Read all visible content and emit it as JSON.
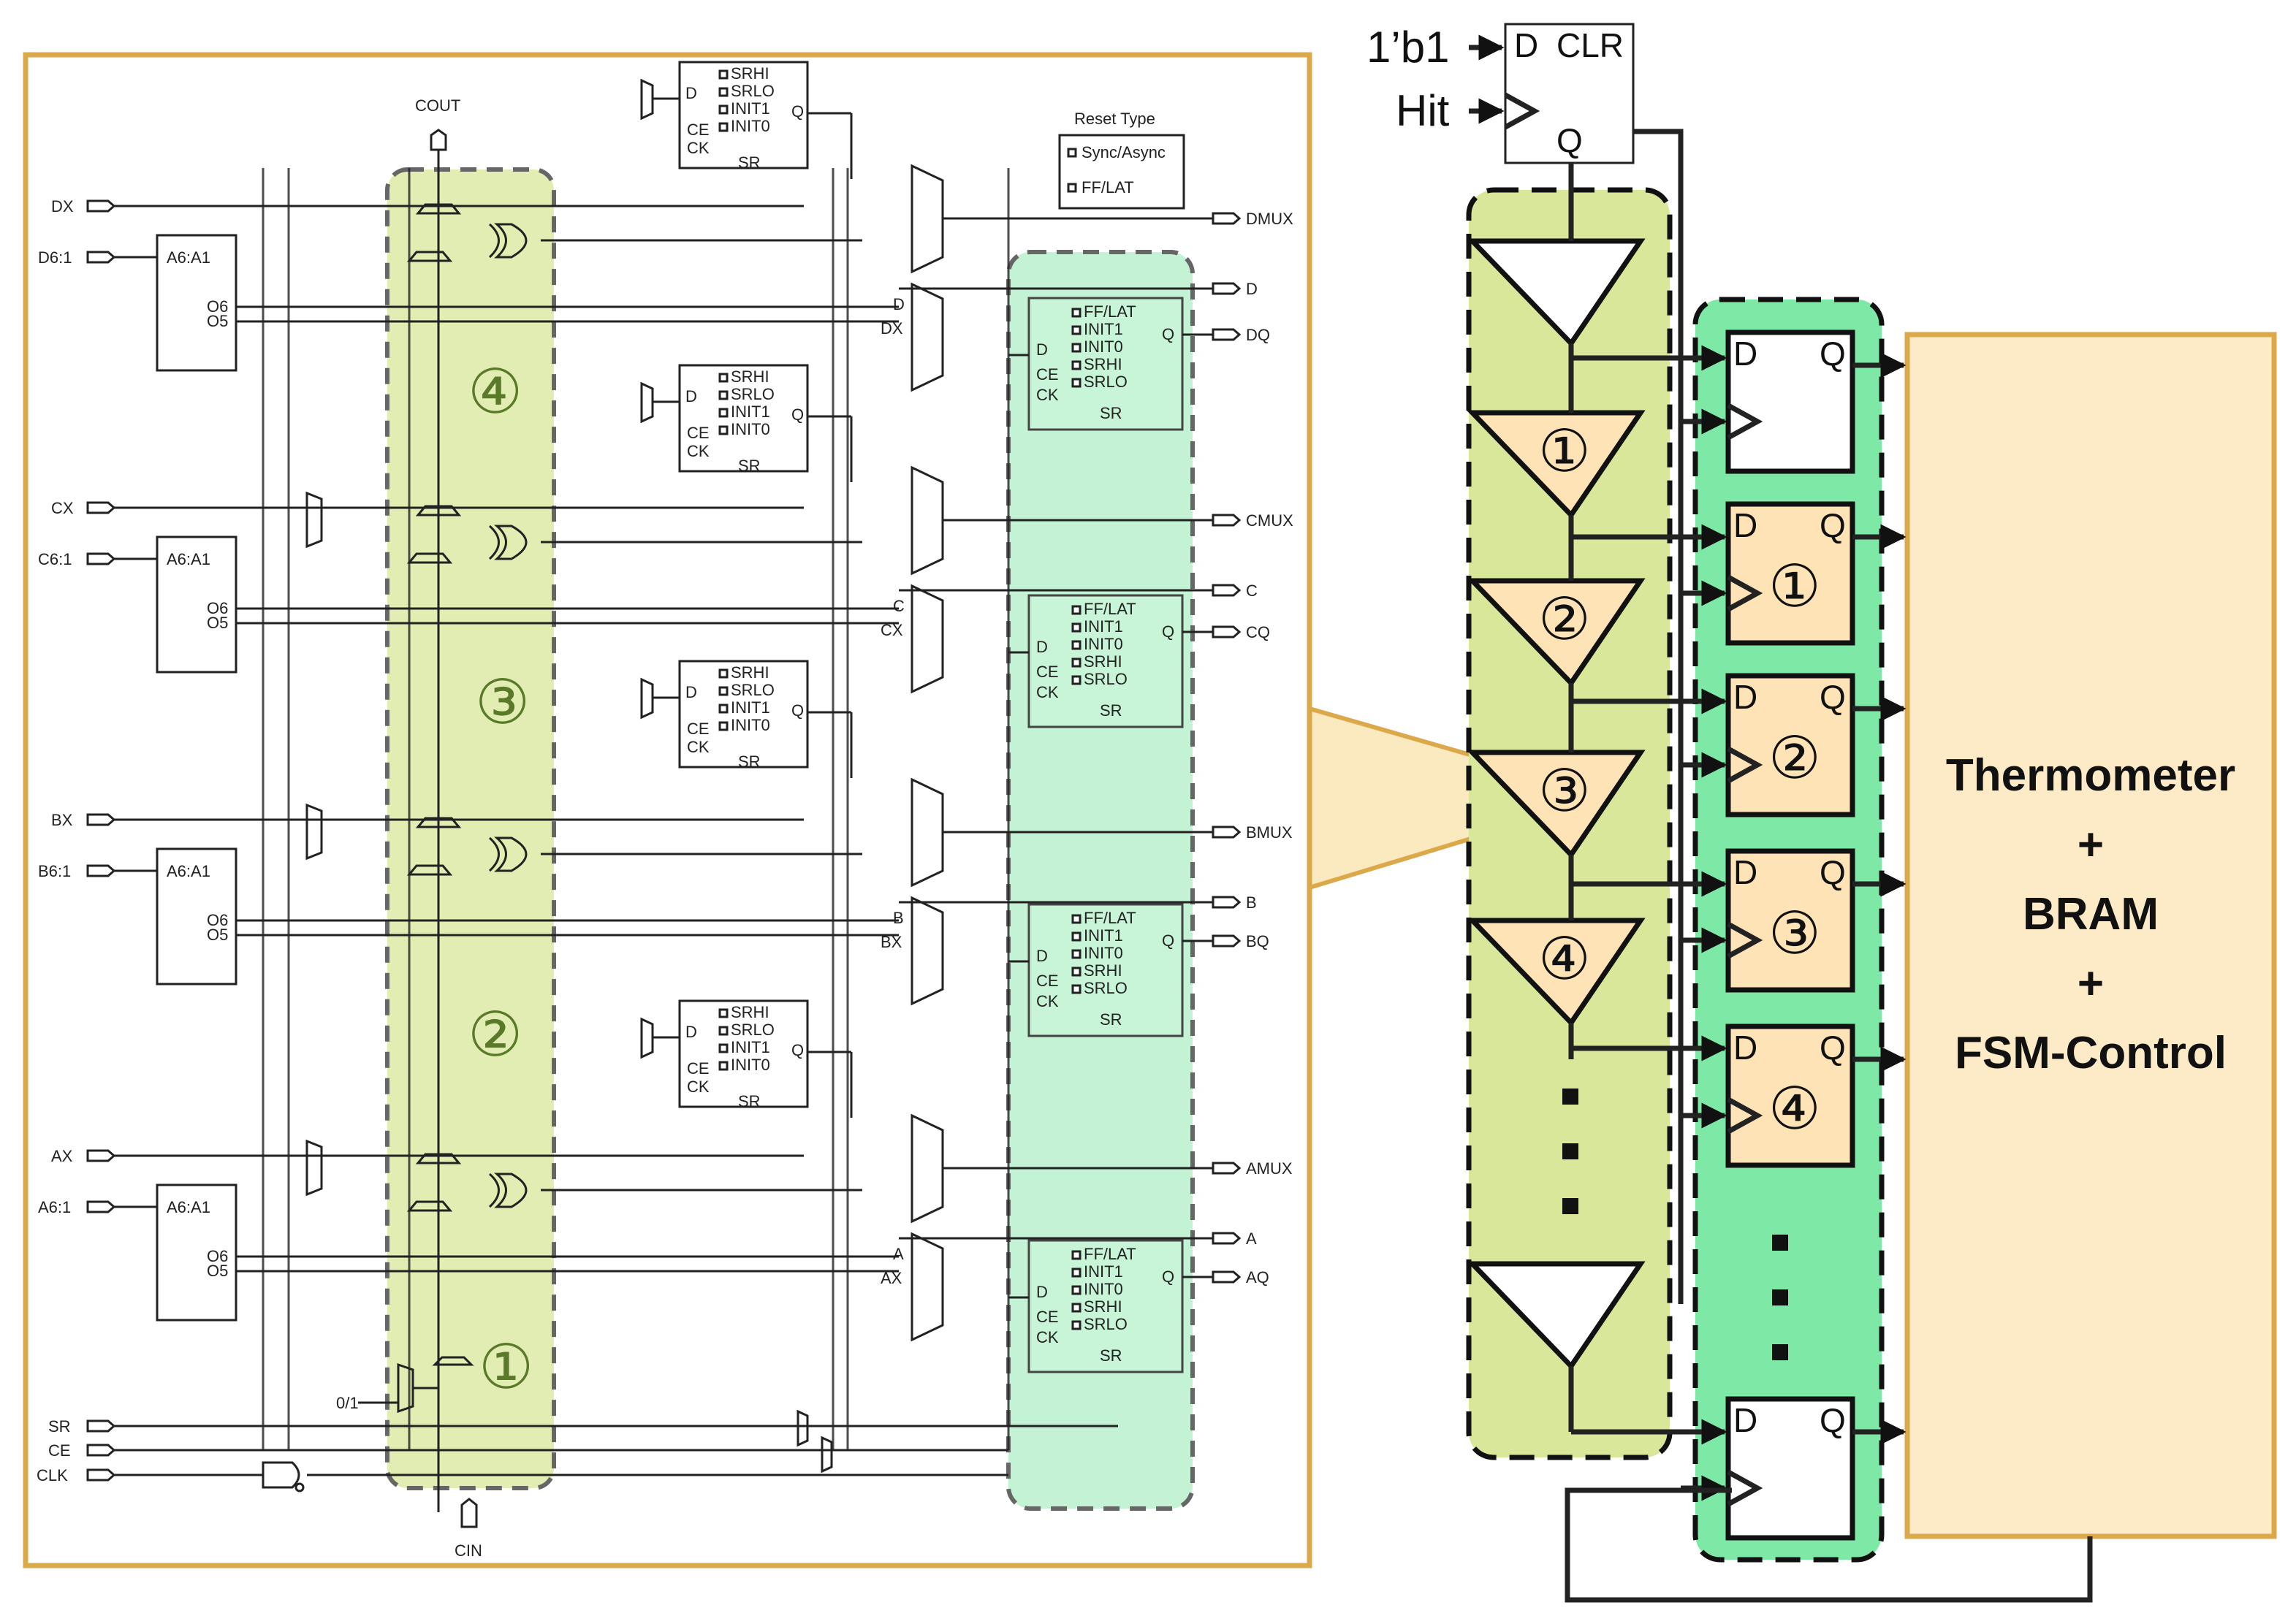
{
  "colors": {
    "frame": "#dca94a",
    "callout": "#fbe9c0",
    "carry_region": "#d8e79a",
    "ff_region": "#b8f0cc",
    "ff_region_right": "#7ee8a7",
    "cell_fill": "#fde3b6",
    "box_fill": "#fdebc7"
  },
  "left": {
    "cout": "COUT",
    "cin": "CIN",
    "reset_type": {
      "title": "Reset Type",
      "opt1": "Sync/Async",
      "opt2": "FF/LAT"
    },
    "slices": [
      {
        "x": "DX",
        "in": "D6:1",
        "mux": "DMUX",
        "o": "D",
        "q": "DQ",
        "xsel": "DX",
        "sel": "D",
        "stage": "④"
      },
      {
        "x": "CX",
        "in": "C6:1",
        "mux": "CMUX",
        "o": "C",
        "q": "CQ",
        "xsel": "CX",
        "sel": "C",
        "stage": "③"
      },
      {
        "x": "BX",
        "in": "B6:1",
        "mux": "BMUX",
        "o": "B",
        "q": "BQ",
        "xsel": "BX",
        "sel": "B",
        "stage": "②"
      },
      {
        "x": "AX",
        "in": "A6:1",
        "mux": "AMUX",
        "o": "A",
        "q": "AQ",
        "xsel": "AX",
        "sel": "A",
        "stage": "①"
      }
    ],
    "lut": {
      "label": "A6:A1",
      "o6": "O6",
      "o5": "O5"
    },
    "ff_small": {
      "d": "D",
      "ce": "CE",
      "ck": "CK",
      "sr": "SR",
      "q": "Q",
      "opts": [
        "SRHI",
        "SRLO",
        "INIT1",
        "INIT0"
      ]
    },
    "ff_large": {
      "d": "D",
      "ce": "CE",
      "ck": "CK",
      "sr": "SR",
      "q": "Q",
      "opts": [
        "FF/LAT",
        "INIT1",
        "INIT0",
        "SRHI",
        "SRLO"
      ]
    },
    "ctrl": {
      "sr": "SR",
      "ce": "CE",
      "clk": "CLK",
      "zero_one": "0/1"
    }
  },
  "right": {
    "in_d": "1’b1",
    "in_clk": "Hit",
    "top_ff": {
      "d": "D",
      "clr": "CLR",
      "q": "Q"
    },
    "buffers": [
      "",
      "①",
      "②",
      "③",
      "④",
      ""
    ],
    "ffs": [
      {
        "d": "D",
        "q": "Q",
        "label": ""
      },
      {
        "d": "D",
        "q": "Q",
        "label": "①"
      },
      {
        "d": "D",
        "q": "Q",
        "label": "②"
      },
      {
        "d": "D",
        "q": "Q",
        "label": "③"
      },
      {
        "d": "D",
        "q": "Q",
        "label": "④"
      },
      {
        "d": "D",
        "q": "Q",
        "label": ""
      }
    ],
    "box_lines": [
      "Thermometer",
      "+",
      "BRAM",
      "+",
      "FSM-Control"
    ]
  }
}
